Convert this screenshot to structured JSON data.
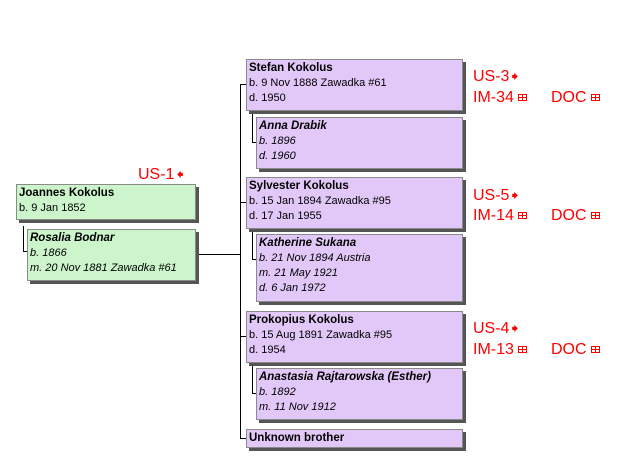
{
  "root": {
    "name": "Joannes Kokolus",
    "birth": "b. 9 Jan 1852",
    "spouse": {
      "name": "Rosalia Bodnar",
      "birth": "b. 1866",
      "marriage": "m. 20 Nov 1881 Zawadka #61"
    },
    "link": "US-1"
  },
  "children": [
    {
      "name": "Stefan Kokolus",
      "birth": "b. 9 Nov 1888 Zawadka #61",
      "death": "d. 1950",
      "spouse": {
        "name": "Anna Drabik",
        "birth": "b. 1896",
        "death": "d. 1960"
      },
      "link_us": "US-3",
      "link_im": "IM-34",
      "link_doc": "DOC"
    },
    {
      "name": "Sylvester Kokolus",
      "birth": "b. 15 Jan 1894 Zawadka #95",
      "death": "d. 17 Jan 1955",
      "spouse": {
        "name": "Katherine Sukana",
        "birth": "b. 21 Nov 1894 Austria",
        "marriage": "m. 21 May 1921",
        "death": "d. 6 Jan 1972"
      },
      "link_us": "US-5",
      "link_im": "IM-14",
      "link_doc": "DOC"
    },
    {
      "name": "Prokopius Kokolus",
      "birth": "b. 15 Aug 1891 Zawadka #95",
      "death": "d. 1954",
      "spouse": {
        "name": "Anastasia Rajtarowska (Esther)",
        "birth": "b. 1892",
        "marriage": "m. 11 Nov 1912"
      },
      "link_us": "US-4",
      "link_im": "IM-13",
      "link_doc": "DOC"
    },
    {
      "name": "Unknown brother"
    }
  ],
  "icons": {
    "arrow_right": "right-arrow-icon",
    "arrow_left": "left-arrow-icon",
    "table": "table-icon"
  },
  "colors": {
    "root_box": "#ccf5cc",
    "child_box": "#e2c8f8",
    "link_text": "#ff0000"
  }
}
